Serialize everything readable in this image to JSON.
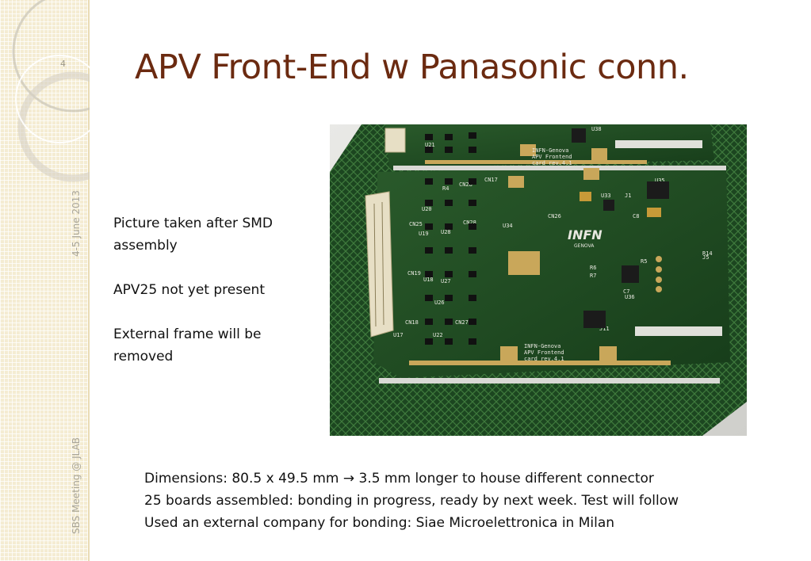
{
  "slide": {
    "number": "4",
    "title": "APV Front-End w Panasonic conn.",
    "side_date": "4-5 June 2013",
    "side_meeting": "SBS Meeting @ JLAB"
  },
  "notes": [
    "Picture taken after SMD assembly",
    "APV25 not yet present",
    "External frame will be removed"
  ],
  "bullets": [
    "Dimensions: 80.5 x 49.5 mm → 3.5 mm longer to house different connector",
    "25 boards assembled: bonding in progress, ready by next week. Test will follow",
    "Used an external company for bonding: Siae Microelettronica in Milan"
  ],
  "photo": {
    "board_logo": "INFN",
    "board_logo_sub": "GENOVA",
    "silk_labels": [
      "INFN-Genova",
      "APV Frontend",
      "card rev.4.1",
      "U35",
      "U33",
      "U34",
      "U36",
      "U38",
      "U17",
      "U18",
      "U19",
      "U20",
      "U21",
      "U22",
      "U26",
      "U27",
      "U28",
      "R4",
      "R5",
      "R6",
      "R7",
      "C7",
      "C8",
      "J1",
      "J5",
      "J11",
      "R14",
      "CN26",
      "CN17",
      "CN18",
      "CN19",
      "CN25",
      "CN27",
      "CN28"
    ]
  },
  "colors": {
    "title": "#6b2a10",
    "sidebar": "#f4ecd2",
    "pcb_green": "#1f4a22"
  }
}
